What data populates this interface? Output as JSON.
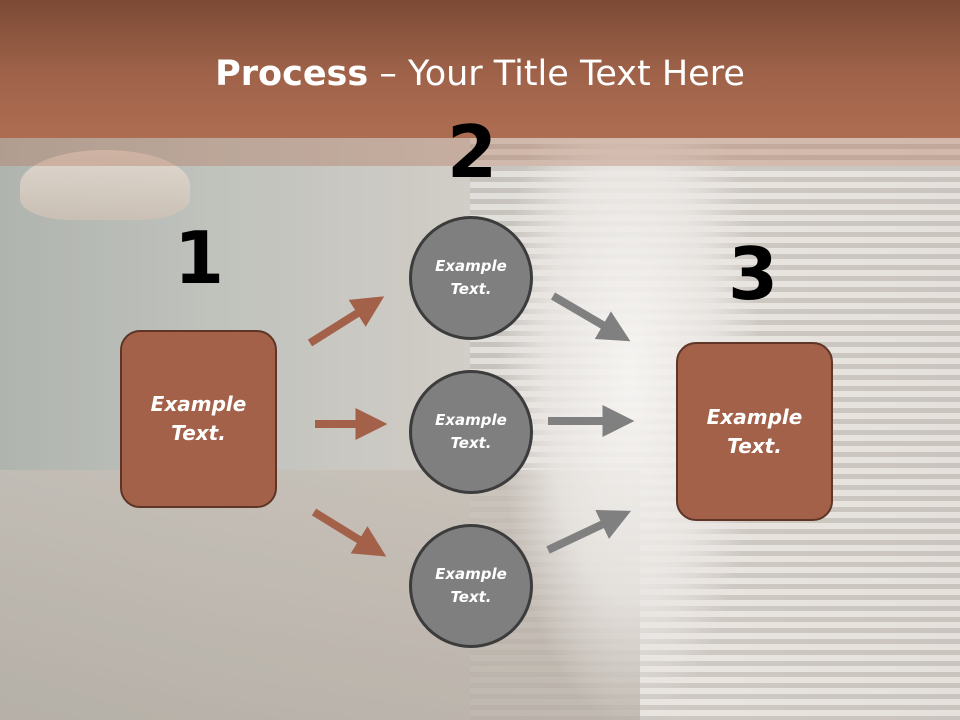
{
  "slide": {
    "title_bold": "Process",
    "title_rest": " – Your Title Text Here"
  },
  "steps": {
    "one": "1",
    "two": "2",
    "three": "3"
  },
  "boxes": {
    "left": [
      "Example",
      "Text."
    ],
    "right": [
      "Example",
      "Text."
    ]
  },
  "circles": [
    [
      "Example",
      "Text."
    ],
    [
      "Example",
      "Text."
    ],
    [
      "Example",
      "Text."
    ]
  ],
  "colors": {
    "title_band": "#a0634a",
    "box_fill": "#a3614a",
    "box_border": "#5e3526",
    "circle_fill": "#7f7f7f",
    "circle_border": "#3c3c3c",
    "arrow_brown": "#a3614a",
    "arrow_gray": "#808080"
  },
  "icons": {
    "arrows_left": "arrow-right-brown",
    "arrows_right": "arrow-right-gray"
  }
}
